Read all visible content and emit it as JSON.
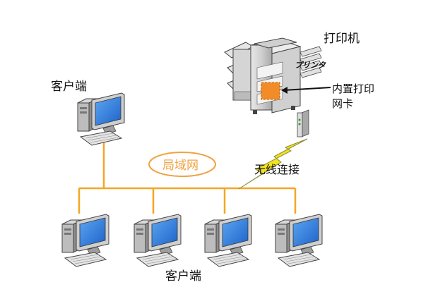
{
  "labels": {
    "printer": "打印机",
    "top_client": "客户端",
    "bottom_client": "客户端",
    "lan": "局域网",
    "wireless": "无线连接",
    "network_card": "内置打印网卡"
  },
  "printer_brand_mark": "プリンタ",
  "colors": {
    "network_line": "#f5a623",
    "lightning": "#f4e21c",
    "monitor_screen": "#2f7fe0",
    "network_card": "#f28c28",
    "lan_ellipse": "#f0a341"
  }
}
